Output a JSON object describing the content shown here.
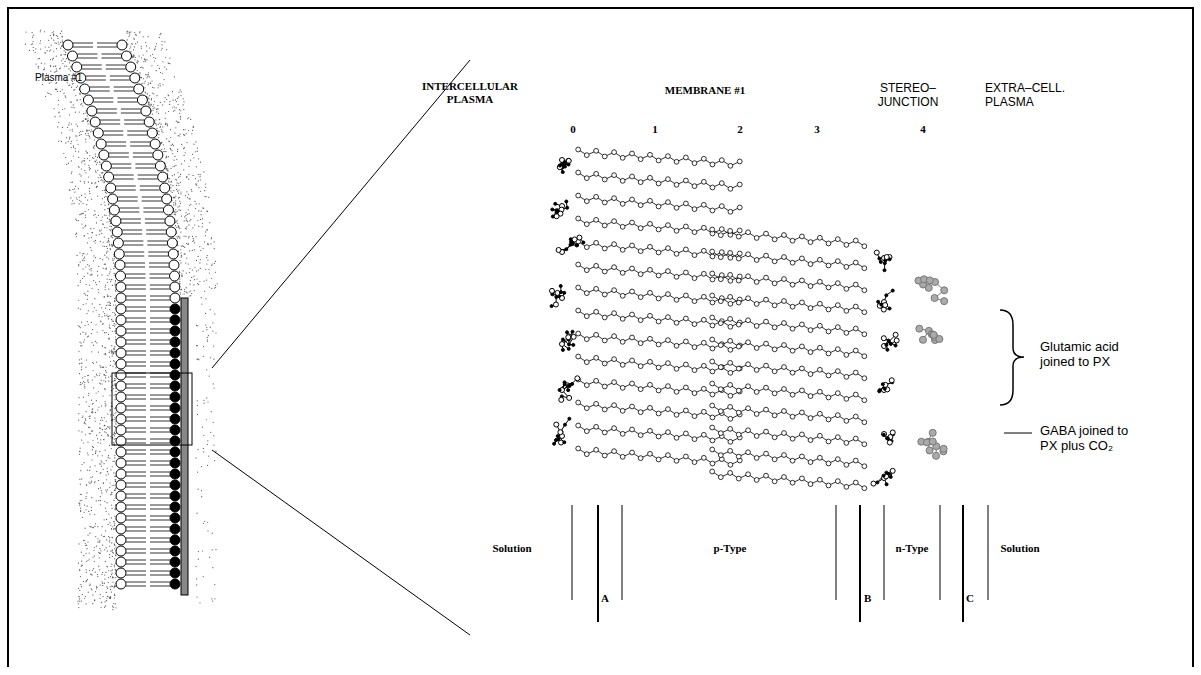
{
  "diagram": {
    "labels": [
      "Plasma #1",
      "INTERCELLULAR PLASMA",
      "MEMBRANE #1",
      "STEREO– JUNCTION",
      "EXTRA–CELL. PLASMA",
      "0",
      "1",
      "2",
      "3",
      "4",
      "Glutamic acid joined to PX",
      "GABA joined to PX plus CO₂",
      "Solution",
      "p-Type",
      "n-Type",
      "Solution",
      "A",
      "B",
      "C"
    ]
  }
}
